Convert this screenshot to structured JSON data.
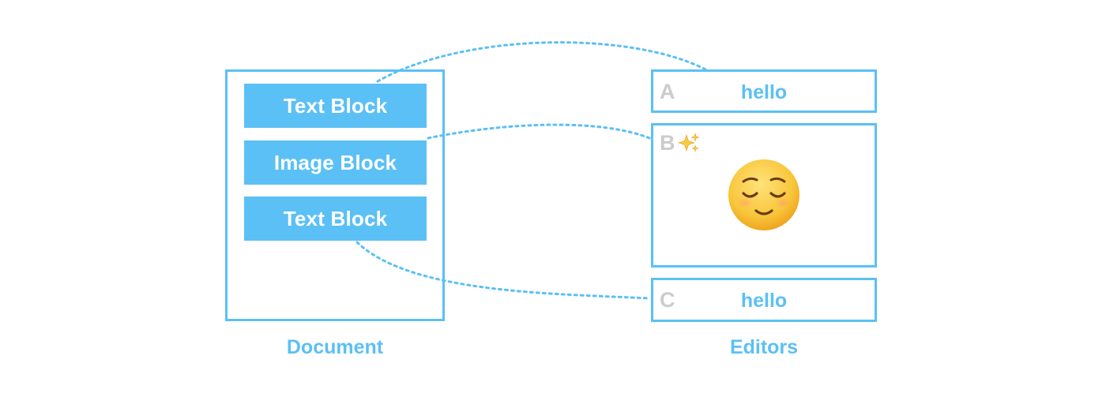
{
  "colors": {
    "accent": "#5bc0f5",
    "block_text": "#ffffff",
    "editor_letter": "#cccccc",
    "emoji_face": "#f6c23a"
  },
  "document": {
    "caption": "Document",
    "blocks": [
      {
        "label": "Text Block"
      },
      {
        "label": "Image Block"
      },
      {
        "label": "Text Block"
      }
    ]
  },
  "editors": {
    "caption": "Editors",
    "items": [
      {
        "letter": "A",
        "value": "hello"
      },
      {
        "letter": "B",
        "icon": "sparkles-icon",
        "content_icon": "relieved-face-emoji"
      },
      {
        "letter": "C",
        "value": "hello"
      }
    ]
  }
}
